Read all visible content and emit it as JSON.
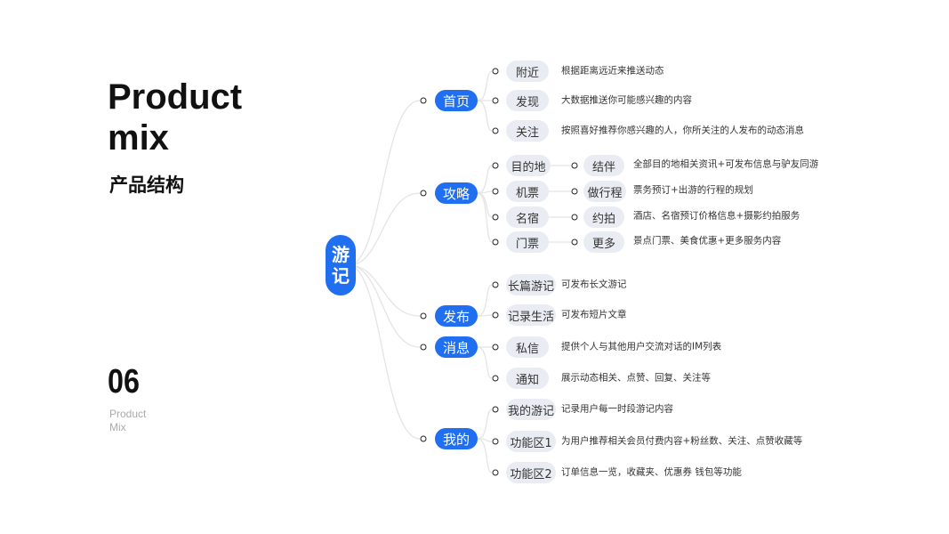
{
  "header": {
    "title_line1": "Product",
    "title_line2": "mix",
    "subtitle": "产品结构"
  },
  "section": {
    "number": "06",
    "label_line1": "Product",
    "label_line2": "Mix"
  },
  "colors": {
    "accent": "#1f6ff0",
    "node_bg": "#e9edf3",
    "line": "#e2e2e2"
  },
  "root": {
    "char1": "游",
    "char2": "记"
  },
  "branches": [
    {
      "label": "首页",
      "children": [
        {
          "label": "附近",
          "desc": "根据距离远近来推送动态"
        },
        {
          "label": "发现",
          "desc": "大数据推送你可能感兴趣的内容"
        },
        {
          "label": "关注",
          "desc": "按照喜好推荐你感兴趣的人，你所关注的人发布的动态消息"
        }
      ]
    },
    {
      "label": "攻略",
      "children": [
        {
          "label": "目的地",
          "sub": "结伴",
          "desc": "全部目的地相关资讯+可发布信息与驴友同游"
        },
        {
          "label": "机票",
          "sub": "做行程",
          "desc": "票务预订+出游的行程的规划"
        },
        {
          "label": "名宿",
          "sub": "约拍",
          "desc": "酒店、名宿预订价格信息+摄影约拍服务"
        },
        {
          "label": "门票",
          "sub": "更多",
          "desc": "景点门票、美食优惠+更多服务内容"
        }
      ]
    },
    {
      "label": "发布",
      "children": [
        {
          "label": "长篇游记",
          "desc": "可发布长文游记"
        },
        {
          "label": "记录生活",
          "desc": "可发布短片文章"
        }
      ]
    },
    {
      "label": "消息",
      "children": [
        {
          "label": "私信",
          "desc": "提供个人与其他用户交流对话的IM列表"
        },
        {
          "label": "通知",
          "desc": "展示动态相关、点赞、回复、关注等"
        }
      ]
    },
    {
      "label": "我的",
      "children": [
        {
          "label": "我的游记",
          "desc": "记录用户每一时段游记内容"
        },
        {
          "label": "功能区1",
          "desc": "为用户推荐相关会员付费内容+粉丝数、关注、点赞收藏等"
        },
        {
          "label": "功能区2",
          "desc": "订单信息一览，收藏夹、优惠券 钱包等功能"
        }
      ]
    }
  ]
}
